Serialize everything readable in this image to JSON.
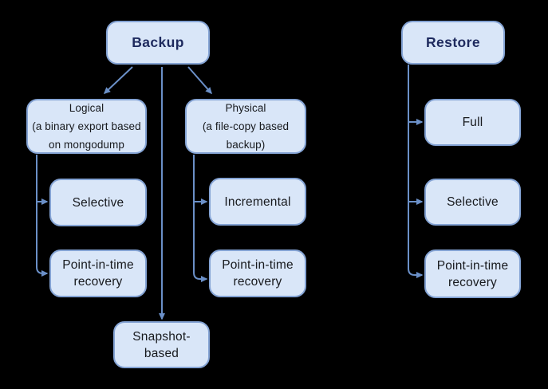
{
  "diagram": {
    "background": "#000000",
    "box_fill": "#d9e6f8",
    "box_border": "#84a3d4",
    "arrow_color": "#6b90c8",
    "title_color": "#1e2a5e",
    "text_color": "#17191d"
  },
  "nodes": {
    "backup": {
      "label": "Backup"
    },
    "restore": {
      "label": "Restore"
    },
    "logical": {
      "label": "Logical\n(a binary export based\non mongodump"
    },
    "physical": {
      "label": "Physical\n(a file-copy based\nbackup)"
    },
    "selective_logical": {
      "label": "Selective"
    },
    "pitr_logical": {
      "label": "Point-in-time\nrecovery"
    },
    "incremental": {
      "label": "Incremental"
    },
    "pitr_physical": {
      "label": "Point-in-time\nrecovery"
    },
    "snapshot_based": {
      "label": "Snapshot-\nbased"
    },
    "full": {
      "label": "Full"
    },
    "selective_restore": {
      "label": "Selective"
    },
    "pitr_restore": {
      "label": "Point-in-time\nrecovery"
    }
  }
}
